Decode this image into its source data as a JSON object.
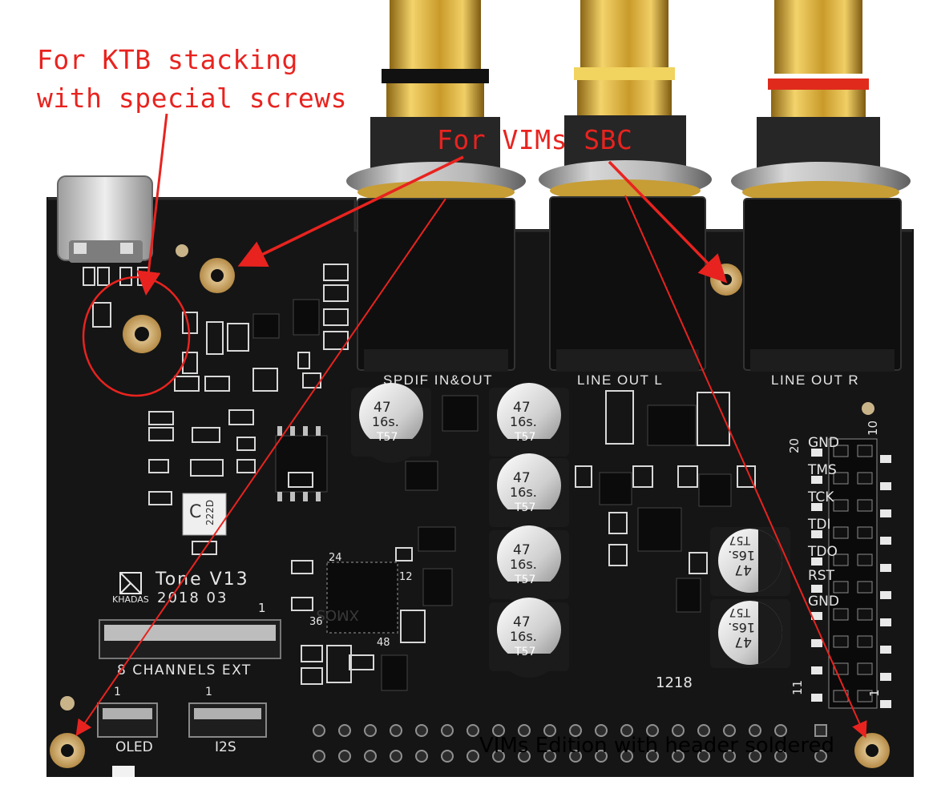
{
  "annotations": {
    "ktb_line1": "For KTB stacking",
    "ktb_line2": "with special screws",
    "vims": "For VIMs SBC",
    "caption": "VIMs Edition with header soldered"
  },
  "connectors": {
    "spdif": "SPDIF IN&OUT",
    "line_out_l": "LINE OUT L",
    "line_out_r": "LINE OUT R"
  },
  "silkscreen": {
    "board_name": "Tone V13",
    "board_date": "2018 03",
    "brand": "KHADAS",
    "channels": "8 CHANNELS EXT",
    "oled": "OLED",
    "i2s": "I2S",
    "pin_one": "1",
    "xmos": "XMOS",
    "pin_24": "24",
    "pin_36": "36",
    "pin_48": "48",
    "pin_12": "12",
    "header_20": "20",
    "header_11": "11",
    "header_10": "10",
    "header_1": "1",
    "num_1218": "1218",
    "ic_222d": "222D",
    "header_labels": [
      "GND",
      "TMS",
      "TCK",
      "TDI",
      "TDO",
      "RST",
      "GND"
    ]
  },
  "capacitors": {
    "value": "47",
    "voltage": "16s.",
    "series": "T57"
  },
  "colors": {
    "annotation_red": "#e8231f",
    "pcb": "#151515",
    "silkscreen": "#e6e6e6",
    "gold": "#d4a52a"
  }
}
